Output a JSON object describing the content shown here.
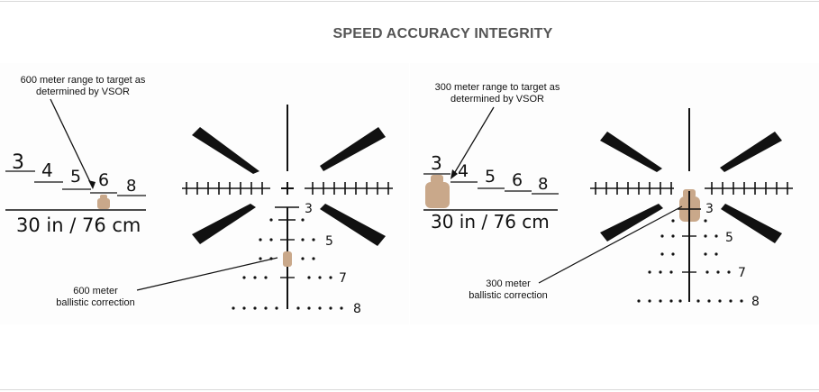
{
  "title": "SPEED ACCURACY INTEGRITY",
  "left": {
    "note_lines": [
      "600 meter range to target as",
      "determined by VSOR"
    ],
    "scale_numbers": [
      "3",
      "4",
      "5",
      "6",
      "8"
    ],
    "measure": "30 in / 76 cm",
    "correction_lines": [
      "600 meter",
      "ballistic correction"
    ],
    "reticle_numbers": [
      "3",
      "5",
      "7",
      "8"
    ]
  },
  "right": {
    "note_lines": [
      "300 meter range to target as",
      "determined by VSOR"
    ],
    "scale_numbers": [
      "3",
      "4",
      "5",
      "6",
      "8"
    ],
    "measure": "30 in / 76 cm",
    "correction_lines": [
      "300 meter",
      "ballistic correction"
    ],
    "reticle_numbers": [
      "3",
      "5",
      "7",
      "8"
    ]
  },
  "colors": {
    "target": "#c9a88a",
    "target_dark": "#8a6a4e",
    "ink": "#111111"
  }
}
